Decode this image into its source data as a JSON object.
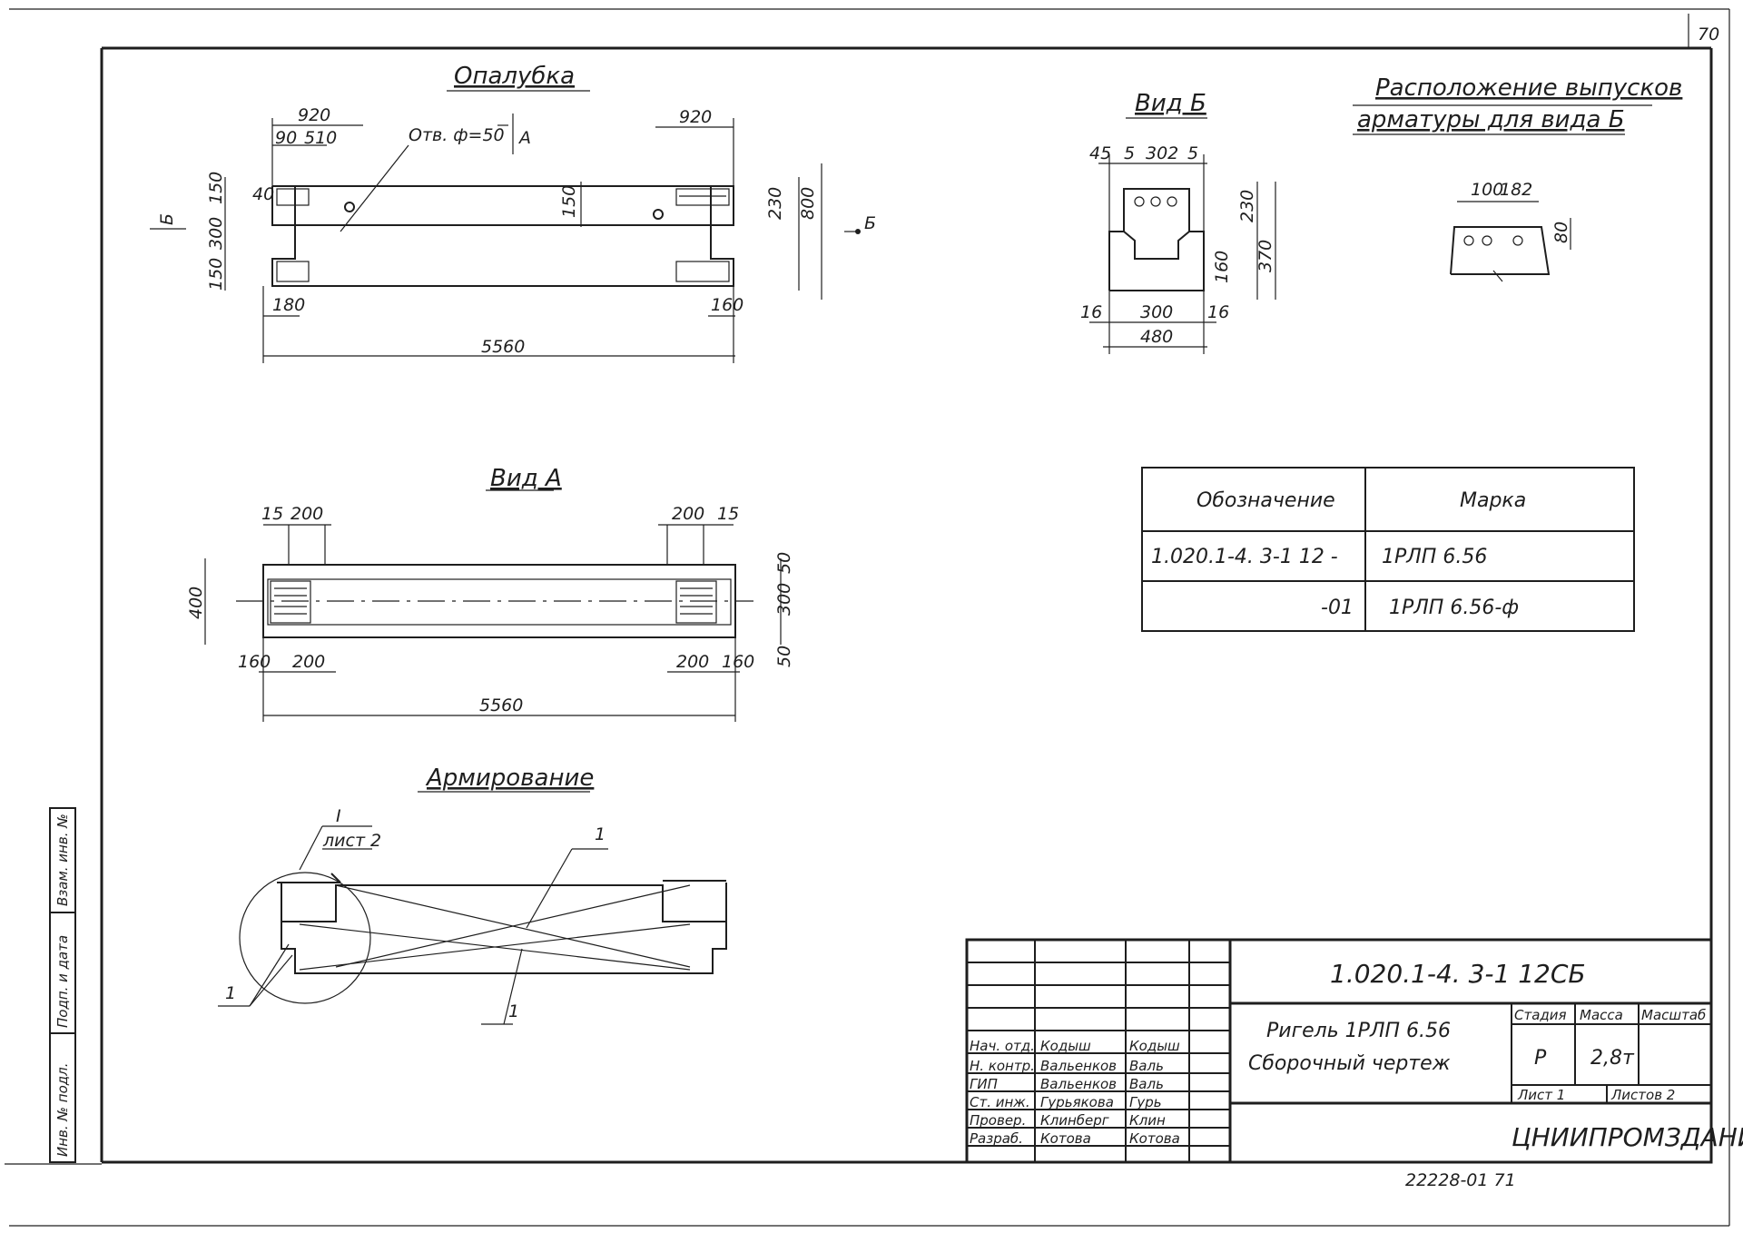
{
  "sheet": {
    "page_number": "70",
    "bottom_code": "22228-01 71"
  },
  "views": {
    "formwork": {
      "title": "Опалубка",
      "hole_note": "Отв. ф=50",
      "section_mark_a": "A",
      "view_mark_b_left": "Б",
      "view_mark_b_right": "Б",
      "dims": [
        "920",
        "90",
        "510",
        "40",
        "150",
        "300",
        "150",
        "180",
        "920",
        "150",
        "230",
        "800",
        "160",
        "5560"
      ]
    },
    "view_b": {
      "title": "Вид Б",
      "dims": [
        "45",
        "5",
        "302",
        "5",
        "230",
        "370",
        "160",
        "16",
        "300",
        "16",
        "480"
      ]
    },
    "outlets": {
      "title_line1": "Расположение выпусков",
      "title_line2": "арматуры для вида Б",
      "dims": [
        "100",
        "182",
        "80"
      ]
    },
    "view_a": {
      "title": "Вид А",
      "dims": [
        "15",
        "200",
        "200",
        "15",
        "400",
        "50",
        "300",
        "50",
        "160",
        "200",
        "200",
        "160",
        "5560"
      ]
    },
    "reinforcement": {
      "title": "Армирование",
      "callout_roman": "I",
      "callout_sheet": "лист 2",
      "pos1": "1",
      "pos2": "1",
      "pos3": "1"
    }
  },
  "designation_table": {
    "headers": [
      "Обозначение",
      "Марка"
    ],
    "rows": [
      [
        "1.020.1-4. 3-1 12 -",
        "1РЛП 6.56"
      ],
      [
        "-01",
        "1РЛП 6.56-ф"
      ]
    ]
  },
  "title_block": {
    "doc_code": "1.020.1-4. 3-1 12СБ",
    "name_line1": "Ригель 1РЛП 6.56",
    "name_line2": "Сборочный чертеж",
    "stage_header": "Стадия",
    "mass_header": "Масса",
    "scale_header": "Масштаб",
    "stage": "Р",
    "mass": "2,8т",
    "sheet": "Лист 1",
    "sheets": "Листов 2",
    "organization": "ЦНИИПРОМЗДАНИЙ",
    "signatures": [
      {
        "role": "Нач. отд.",
        "name": "Кодыш",
        "sign": "Кодыш"
      },
      {
        "role": "Н. контр.",
        "name": "Вальенков",
        "sign": "Валь"
      },
      {
        "role": "ГИП",
        "name": "Вальенков",
        "sign": "Валь"
      },
      {
        "role": "Ст. инж.",
        "name": "Гурьякова",
        "sign": "Гурь"
      },
      {
        "role": "Провер.",
        "name": "Клинберг",
        "sign": "Клин"
      },
      {
        "role": "Разраб.",
        "name": "Котова",
        "sign": "Котова"
      }
    ]
  },
  "side_stamp": [
    "Взам. инв. №",
    "Подп. и дата",
    "Инв. № подл."
  ]
}
